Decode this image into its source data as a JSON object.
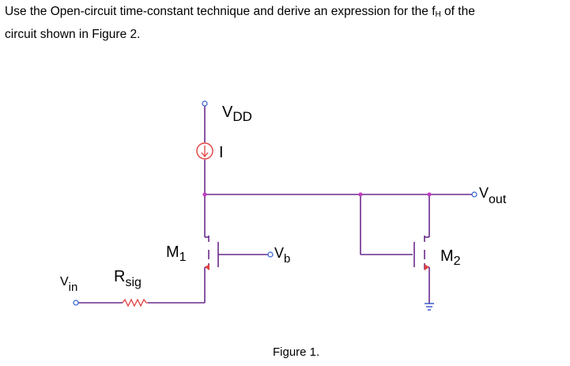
{
  "question": {
    "line1_before_sub": "Use the Open-circuit time-constant technique and derive an expression for the f",
    "line1_sub": "H",
    "line1_after_sub": " of the",
    "line2": "circuit shown in Figure 2."
  },
  "circuit": {
    "supply": {
      "main": "V",
      "sub": "DD"
    },
    "current_source": "I",
    "output": {
      "main": "V",
      "sub": "out"
    },
    "transistor1": {
      "main": "M",
      "sub": "1"
    },
    "transistor2": {
      "main": "M",
      "sub": "2"
    },
    "bias": {
      "main": "V",
      "sub": "b"
    },
    "input": {
      "main": "V",
      "sub": "in"
    },
    "resistor": {
      "main": "R",
      "sub": "sig"
    },
    "colors": {
      "wire": "#6a2a8c",
      "node": "#c040c0",
      "component": "#e04040",
      "ground": "#3050d0",
      "terminal": "#3060d0"
    }
  },
  "caption": "Figure 1."
}
